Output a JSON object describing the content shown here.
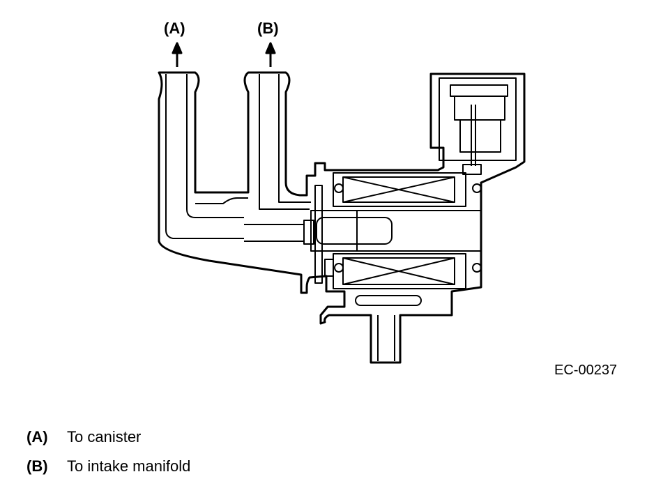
{
  "diagram": {
    "port_labels": {
      "a": "(A)",
      "b": "(B)"
    },
    "figure_code": "EC-00237"
  },
  "legend": [
    {
      "key": "(A)",
      "text": "To canister"
    },
    {
      "key": "(B)",
      "text": "To intake manifold"
    }
  ]
}
